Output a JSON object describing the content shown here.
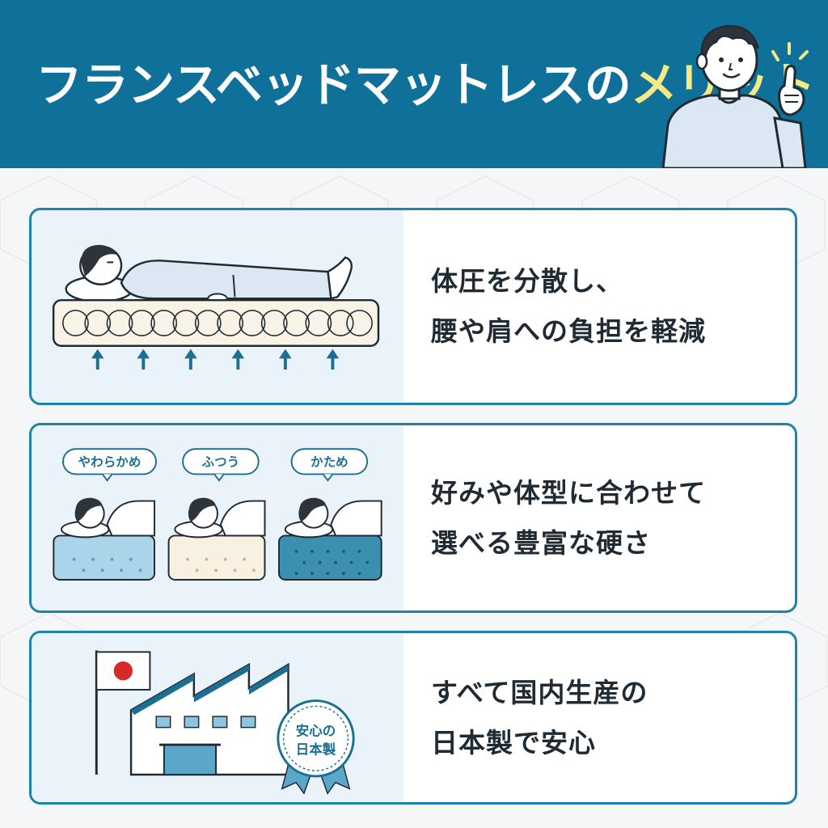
{
  "header": {
    "title_main": "フランスベッドマットレスの",
    "title_accent": "メリット"
  },
  "colors": {
    "header_bg": "#0f7199",
    "accent_yellow": "#f7ea84",
    "card_border": "#1c84aa",
    "illustration_bg": "#eaf3fa",
    "flag_red": "#d62a2a"
  },
  "cards": [
    {
      "lines": [
        "体圧を分散し、",
        "腰や肩への負担を軽減"
      ]
    },
    {
      "firmness_labels": [
        "やわらかめ",
        "ふつう",
        "かため"
      ],
      "lines": [
        "好みや体型に合わせて",
        "選べる豊富な硬さ"
      ]
    },
    {
      "badge": [
        "安心の",
        "日本製"
      ],
      "lines": [
        "すべて国内生産の",
        "日本製で安心"
      ]
    }
  ]
}
